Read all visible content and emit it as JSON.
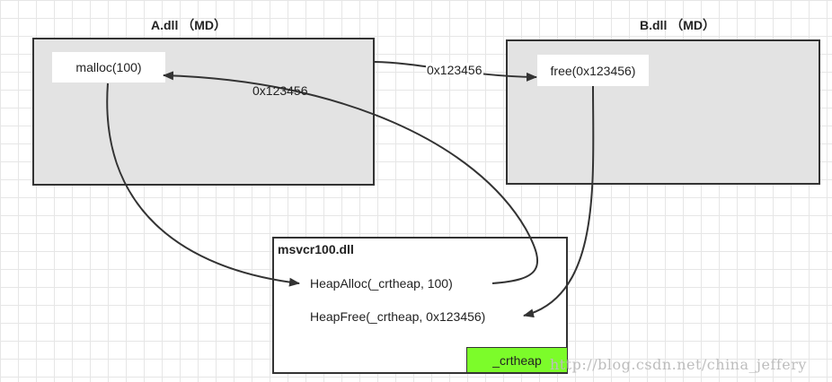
{
  "dll_a": {
    "title": "A.dll （MD）",
    "call": "malloc(100)"
  },
  "dll_b": {
    "title": "B.dll （MD）",
    "call": "free(0x123456)"
  },
  "msvcr": {
    "title": "msvcr100.dll",
    "heap_alloc": "HeapAlloc(_crtheap, 100)",
    "heap_free": "HeapFree(_crtheap, 0x123456)",
    "heap_tag": "_crtheap"
  },
  "edge_labels": {
    "a_to_b": "0x123456",
    "return_to_malloc": "0x123456"
  },
  "watermark": "http://blog.csdn.net/china_jeffery",
  "colors": {
    "dll_fill": "#e3e3e3",
    "heap_tag_fill": "#7cfc2a",
    "stroke": "#333333"
  }
}
